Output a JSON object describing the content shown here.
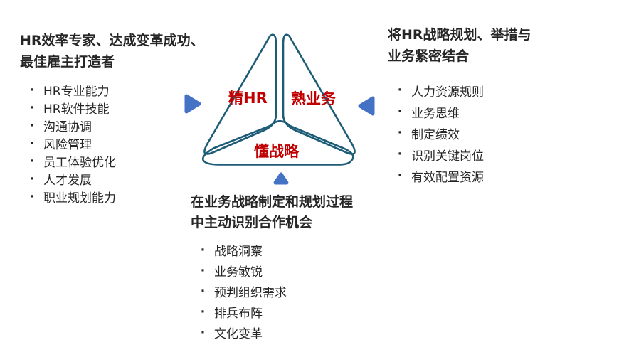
{
  "diagram": {
    "bullet_char": "·",
    "colors": {
      "accent_red": "#c00000",
      "triangle_outline": "#1d5c77",
      "arrow_blue": "#4472c4",
      "text": "#262626",
      "background": "#ffffff"
    },
    "icons": {
      "left_arrow": "right-pointing-triangle",
      "right_arrow": "left-pointing-triangle",
      "bottom_arrow": "up-pointing-triangle"
    },
    "center_labels": [
      {
        "text": "精HR"
      },
      {
        "text": "熟业务"
      },
      {
        "text": "懂战略"
      }
    ],
    "panels": [
      {
        "id": "left",
        "title_lines": [
          "HR效率专家、达成变革成功、",
          "最佳雇主打造者"
        ],
        "items": [
          "HR专业能力",
          "HR软件技能",
          "沟通协调",
          "风险管理",
          "员工体验优化",
          "人才发展",
          "职业规划能力"
        ]
      },
      {
        "id": "right",
        "title_lines": [
          "将HR战略规划、举措与",
          "业务紧密结合"
        ],
        "items": [
          "人力资源规则",
          "业务思维",
          "制定绩效",
          "识别关键岗位",
          "有效配置资源"
        ]
      },
      {
        "id": "bottom",
        "title_lines": [
          "在业务战略制定和规划过程",
          "中主动识别合作机会"
        ],
        "items": [
          "战略洞察",
          "业务敏锐",
          "预判组织需求",
          "排兵布阵",
          "文化变革"
        ]
      }
    ]
  }
}
